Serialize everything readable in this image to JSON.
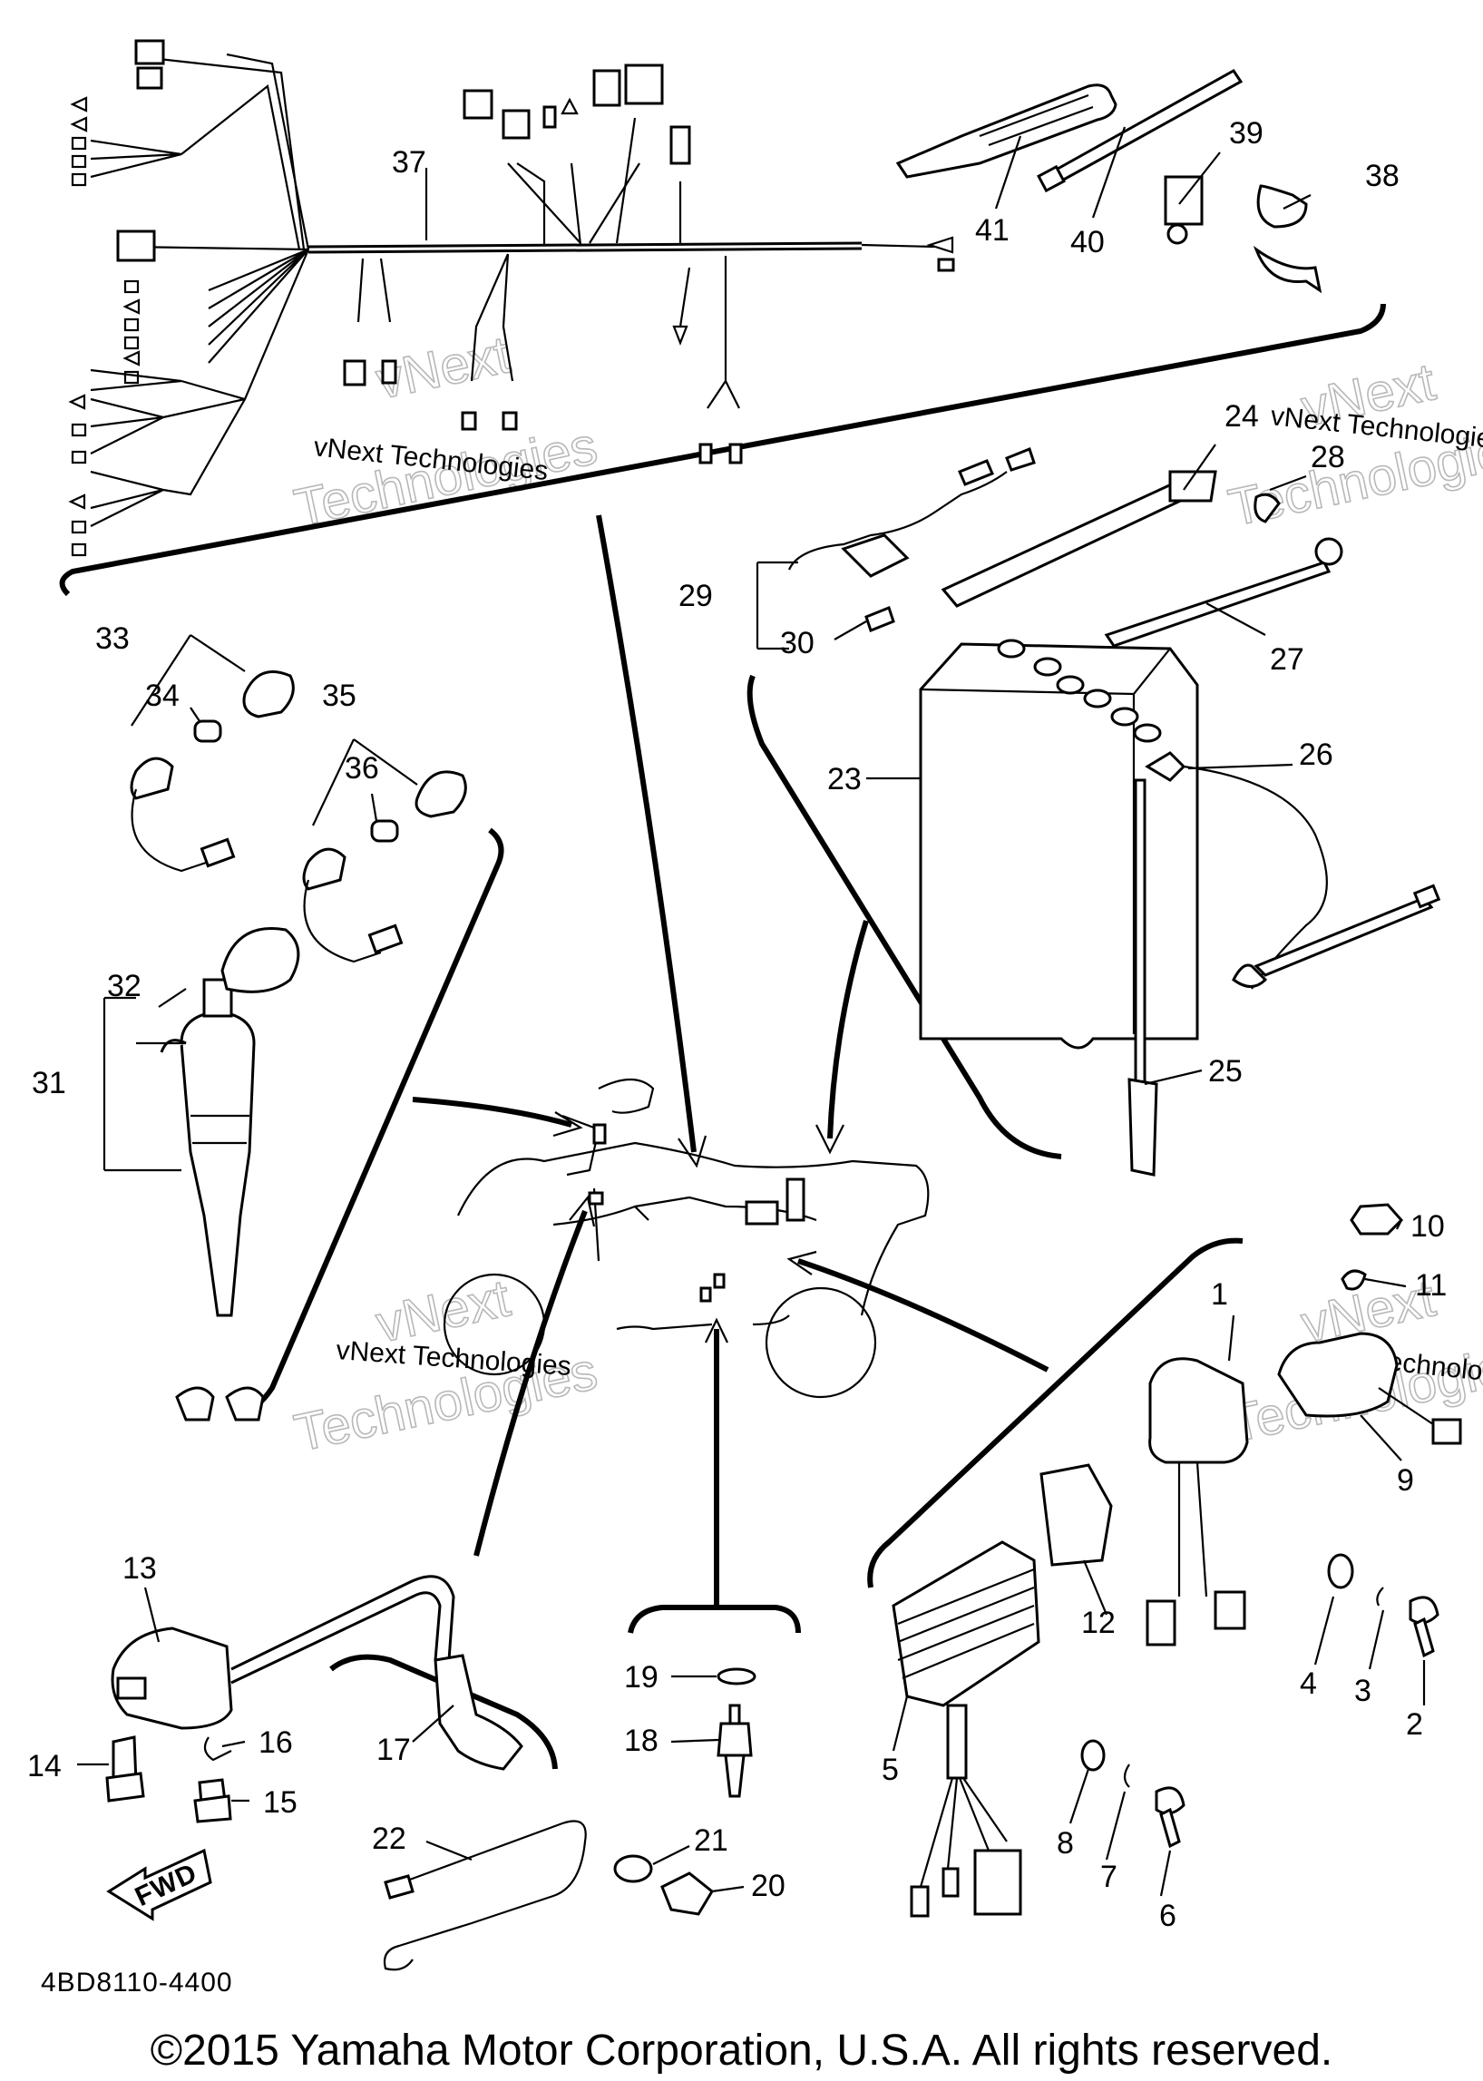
{
  "diagram": {
    "part_code": "4BD8110-4400",
    "copyright": "©2015 Yamaha Motor Corporation, U.S.A. All rights reserved.",
    "watermark_small": "vNext Technologies",
    "watermark_large_1": "vNext",
    "watermark_large_2": "Technologies",
    "fwd_label": "FWD"
  },
  "callouts": [
    "1",
    "2",
    "3",
    "4",
    "5",
    "6",
    "7",
    "8",
    "9",
    "10",
    "11",
    "12",
    "13",
    "14",
    "15",
    "16",
    "17",
    "18",
    "19",
    "20",
    "21",
    "22",
    "23",
    "24",
    "25",
    "26",
    "27",
    "28",
    "29",
    "30",
    "31",
    "32",
    "33",
    "34",
    "35",
    "36",
    "37",
    "38",
    "39",
    "40",
    "41"
  ]
}
